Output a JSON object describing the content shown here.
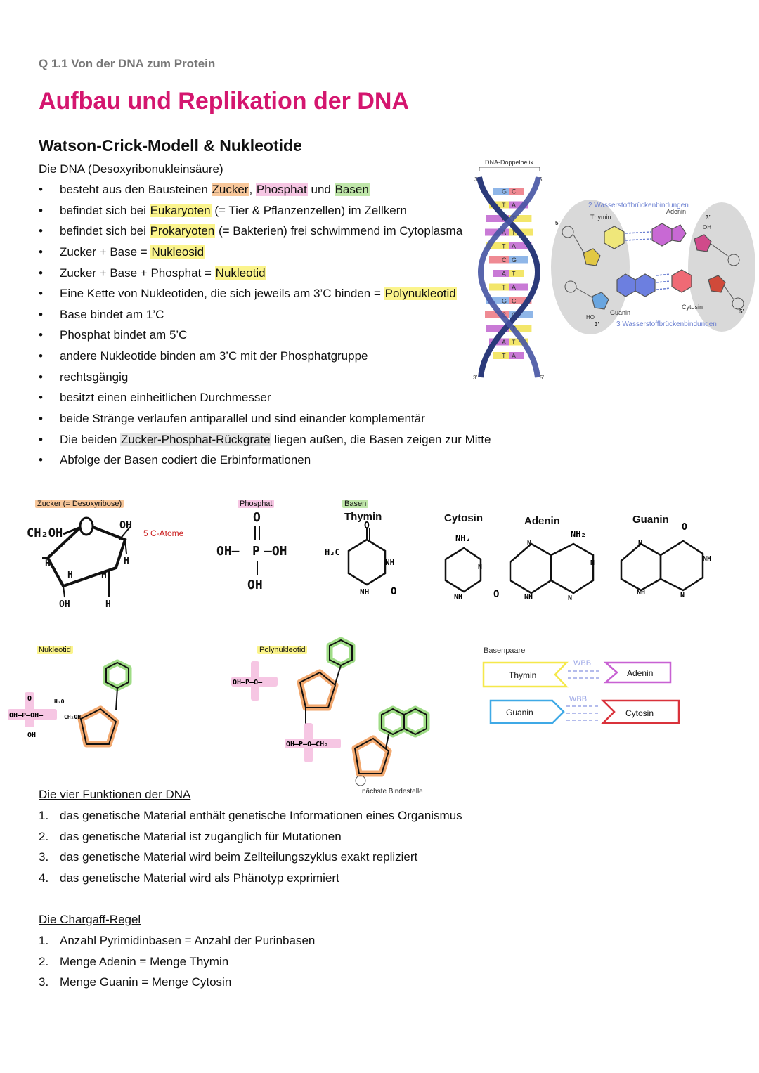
{
  "header": {
    "kicker": "Q 1.1 Von der DNA zum Protein",
    "title": "Aufbau und Replikation der DNA",
    "section": "Watson-Crick-Modell & Nukleotide"
  },
  "dna_intro": {
    "heading": "Die DNA (Desoxyribonukleinsäure)",
    "bullets": [
      {
        "pre": "besteht aus den Bausteinen ",
        "h1": "Zucker",
        "mid1": ", ",
        "h2": "Phosphat",
        "mid2": " und ",
        "h3": "Basen"
      },
      {
        "pre": "befindet sich bei ",
        "hl": "Eukaryoten",
        "post": " (= Tier & Pflanzenzellen) im Zellkern"
      },
      {
        "pre": "befindet sich bei ",
        "hl": "Prokaryoten",
        "post": " (= Bakterien) frei schwimmend im Cytoplasma"
      },
      {
        "pre": "Zucker + Base = ",
        "hl": "Nukleosid"
      },
      {
        "pre": "Zucker + Base + Phosphat = ",
        "hl": "Nukleotid"
      },
      {
        "pre": "Eine Kette von Nukleotiden, die sich jeweils am 3’C binden = ",
        "hl": "Polynukleotid"
      },
      {
        "text": "Base bindet am 1’C"
      },
      {
        "text": "Phosphat bindet am 5’C"
      },
      {
        "text": "andere Nukleotide binden am 3’C mit der Phosphatgruppe"
      },
      {
        "text": "rechtsgängig"
      },
      {
        "text": "besitzt einen einheitlichen Durchmesser"
      },
      {
        "text": "beide Stränge verlaufen antiparallel und sind einander komplementär"
      },
      {
        "pre": "Die beiden ",
        "hl": "Zucker-Phosphat-Rückgrate",
        "post": " liegen außen, die Basen zeigen zur Mitte"
      },
      {
        "text": "Abfolge der Basen codiert die Erbinformationen"
      }
    ]
  },
  "helix": {
    "title": "DNA-Doppelhelix",
    "end_3_top": "3’",
    "end_5_top": "5’",
    "end_3_bottom": "3’",
    "end_5_bottom": "5’",
    "pairs": [
      [
        "G",
        "C"
      ],
      [
        "T",
        "A"
      ],
      [
        "A",
        "T"
      ],
      [
        "A",
        "T"
      ],
      [
        "T",
        "A"
      ],
      [
        "C",
        "G"
      ],
      [
        "A",
        "T"
      ],
      [
        "T",
        "A"
      ],
      [
        "G",
        "C"
      ],
      [
        "C",
        "G"
      ],
      [
        "A",
        "T"
      ],
      [
        "A",
        "T"
      ],
      [
        "T",
        "A"
      ]
    ]
  },
  "bondfig": {
    "top_label": "2 Wasserstoffbrückenbindungen",
    "bottom_label": "3 Wasserstoffbrückenbindungen",
    "thymin": "Thymin",
    "adenin": "Adenin",
    "guanin": "Guanin",
    "cytosin": "Cytosin",
    "p5_left": "5’",
    "p3_right": "3’",
    "p3_left": "3’",
    "p5_right": "5’",
    "oh": "OH",
    "ho": "HO"
  },
  "structures": {
    "zucker_tag": "Zucker (= Desoxyribose)",
    "c_atoms_note": "5 C-Atome",
    "phosphat_tag": "Phosphat",
    "basen_tag": "Basen",
    "thymin": "Thymin",
    "cytosin": "Cytosin",
    "adenin": "Adenin",
    "guanin": "Guanin"
  },
  "nucleotide": {
    "nukleotid_tag": "Nukleotid",
    "polynukleotid_tag": "Polynukleotid",
    "next_site": "nächste Bindestelle"
  },
  "basepairs": {
    "title": "Basenpaare",
    "thymin": "Thymin",
    "adenin": "Adenin",
    "guanin": "Guanin",
    "cytosin": "Cytosin",
    "wbb1": "WBB",
    "wbb2": "WBB",
    "colors": {
      "thymin": "#f5e84a",
      "adenin": "#c861d3",
      "guanin": "#3fa9e6",
      "cytosin": "#d9323b"
    }
  },
  "functions": {
    "heading": "Die vier Funktionen der DNA",
    "items": [
      {
        "n": "1.",
        "text": "das genetische Material enthält genetische Informationen eines Organismus"
      },
      {
        "n": "2.",
        "text": "das genetische Material ist zugänglich für Mutationen"
      },
      {
        "n": "3.",
        "text": "das genetische Material wird beim Zellteilungszyklus exakt repliziert"
      },
      {
        "n": "4.",
        "text": "das genetische Material wird als Phänotyp exprimiert"
      }
    ]
  },
  "chargaff": {
    "heading": "Die Chargaff-Regel",
    "items": [
      {
        "n": "1.",
        "text": "Anzahl Pyrimidinbasen = Anzahl der Purinbasen"
      },
      {
        "n": "2.",
        "text": "Menge Adenin = Menge Thymin"
      },
      {
        "n": "3.",
        "text": "Menge Guanin = Menge Cytosin"
      }
    ]
  },
  "colors": {
    "title": "#d4166f",
    "zucker": "#f8c79a",
    "phosphat": "#f6c6e3",
    "basen": "#bfe6a9",
    "yellow": "#fbf48c",
    "grey": "#e4e4e4"
  }
}
